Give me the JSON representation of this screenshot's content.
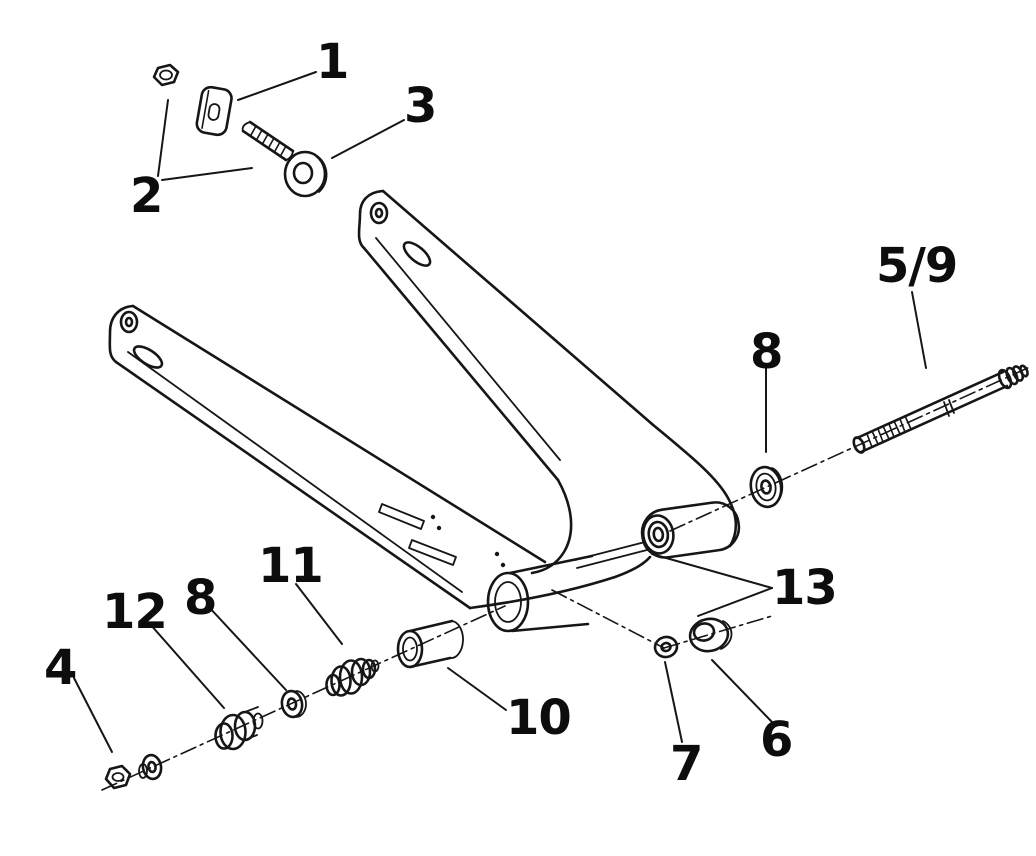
{
  "page": {
    "background": "#ffffff"
  },
  "diagram": {
    "kind": "exploded-parts-diagram",
    "subject": "swingarm-assembly",
    "line_color": "#161616",
    "label_color": "#0d0d0d",
    "callouts": [
      {
        "label": "1",
        "part": "mounting-plate"
      },
      {
        "label": "2",
        "part": "hex-nut-and-plate"
      },
      {
        "label": "3",
        "part": "eye-bolt"
      },
      {
        "label": "4",
        "part": "hex-nut"
      },
      {
        "label": "5/9",
        "part": "pivot-shaft"
      },
      {
        "label": "6",
        "part": "bushing"
      },
      {
        "label": "7",
        "part": "washer"
      },
      {
        "label": "8",
        "part": "cup-washer-right"
      },
      {
        "label": "8",
        "part": "cup-washer-left"
      },
      {
        "label": "10",
        "part": "spacer-sleeve"
      },
      {
        "label": "11",
        "part": "ribbed-bushing"
      },
      {
        "label": "12",
        "part": "ribbed-bushing-large"
      },
      {
        "label": "13",
        "part": "pivot-bushings"
      }
    ]
  }
}
